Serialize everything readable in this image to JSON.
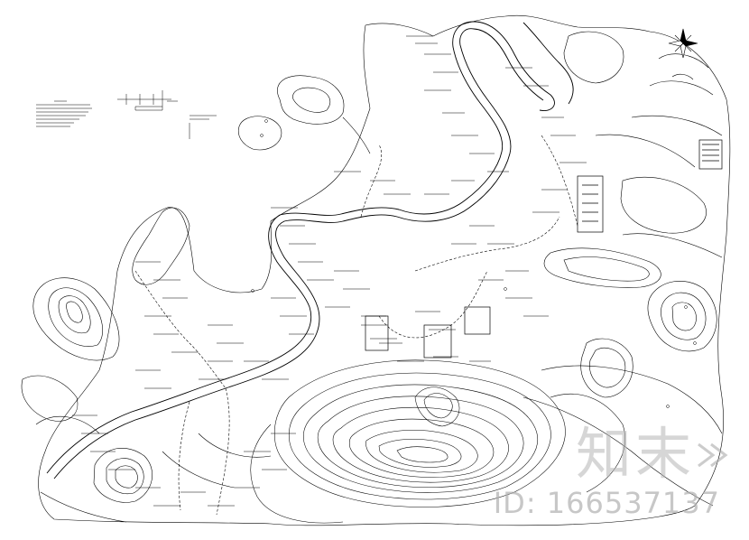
{
  "watermark": {
    "brand": "知末",
    "id_text": "ID: 166537137"
  },
  "colors": {
    "background": "#ffffff",
    "linework": "#000000",
    "watermark": "#c8c8c8"
  },
  "map": {
    "type": "CAD site plan with contour lines and road network",
    "north_arrow": "north-arrow-icon"
  }
}
